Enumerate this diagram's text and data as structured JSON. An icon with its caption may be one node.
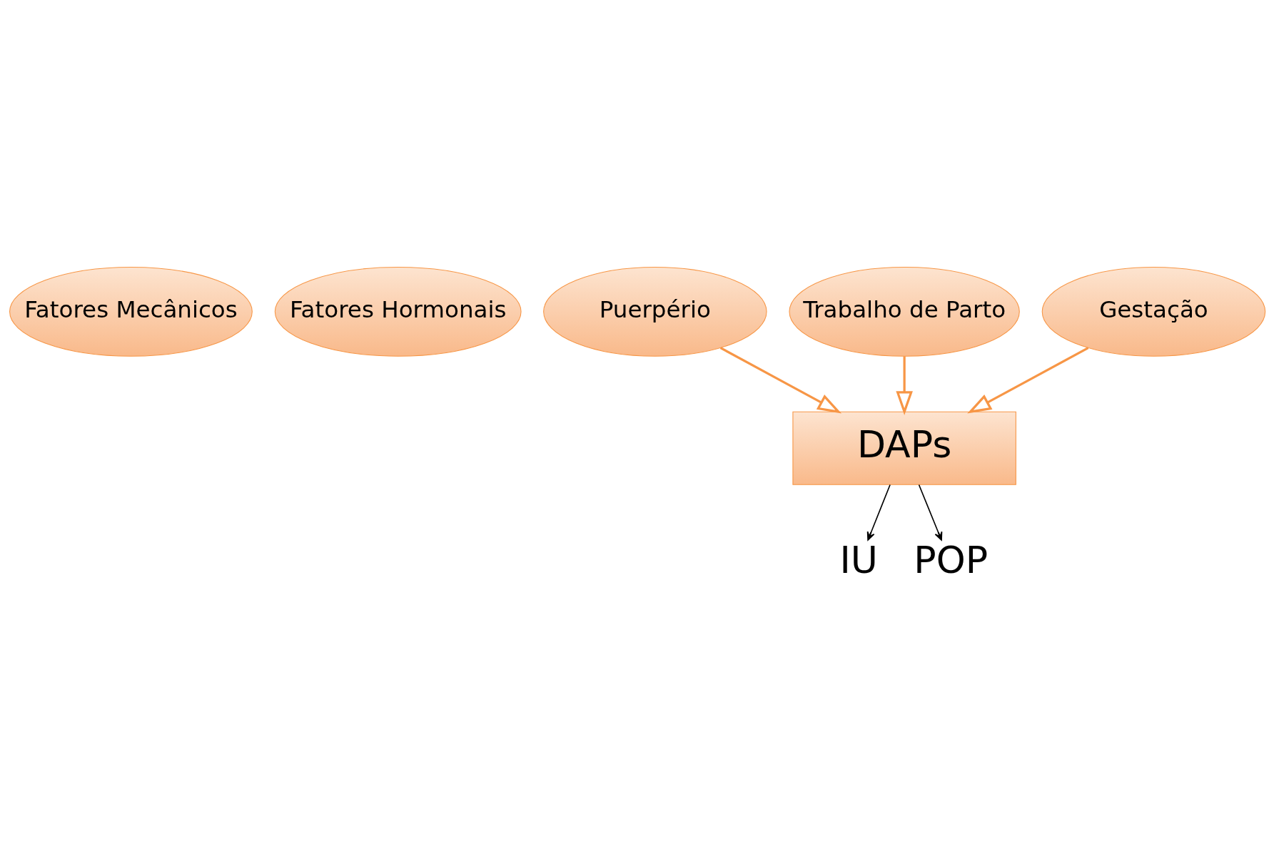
{
  "diagram": {
    "nodes": [
      {
        "text": [
          "Fatores Mecânicos"
        ]
      },
      {
        "text": [
          "Fatores Hormonais"
        ]
      },
      {
        "text": [
          "Puerpério"
        ]
      },
      {
        "text": [
          "Trabalho de Parto"
        ]
      },
      {
        "text": [
          "Gestação"
        ]
      },
      {
        "text": [
          "DAPs"
        ]
      },
      {
        "text": [
          "IU"
        ]
      },
      {
        "text": [
          "POP"
        ]
      }
    ],
    "edges": [
      {
        "from": 2,
        "to": 5,
        "arrow": "to"
      },
      {
        "from": 3,
        "to": 5,
        "arrow": "to"
      },
      {
        "from": 4,
        "to": 5,
        "arrow": "to"
      },
      {
        "from": 5,
        "to": 6,
        "arrow": "to",
        "color": "#000000"
      },
      {
        "from": 5,
        "to": 7,
        "arrow": "to",
        "color": "#000000"
      }
    ]
  }
}
